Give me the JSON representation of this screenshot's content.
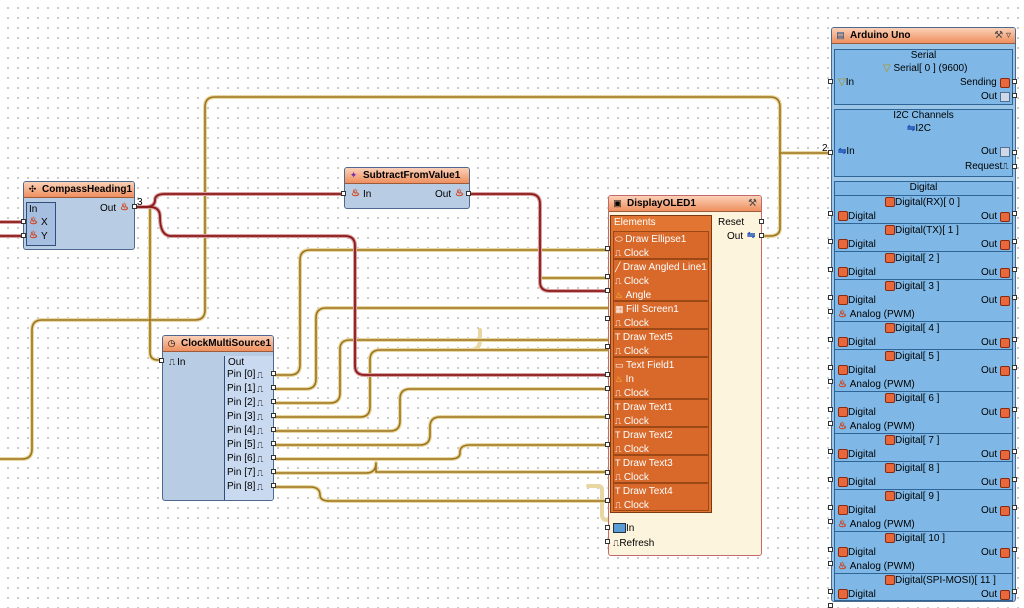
{
  "compass": {
    "title": "CompassHeading1",
    "in": "In",
    "x": "X",
    "y": "Y",
    "out": "Out",
    "count": "3"
  },
  "subtract": {
    "title": "SubtractFromValue1",
    "in": "In",
    "out": "Out"
  },
  "clock": {
    "title": "ClockMultiSource1",
    "in": "In",
    "out": "Out",
    "pins": [
      "Pin [0]",
      "Pin [1]",
      "Pin [2]",
      "Pin [3]",
      "Pin [4]",
      "Pin [5]",
      "Pin [6]",
      "Pin [7]",
      "Pin [8]"
    ]
  },
  "display": {
    "title": "DisplayOLED1",
    "elements": "Elements",
    "reset": "Reset",
    "out": "Out",
    "in": "In",
    "refresh": "Refresh",
    "items": [
      {
        "name": "Draw Ellipse1",
        "pins": [
          "Clock"
        ]
      },
      {
        "name": "Draw Angled Line1",
        "pins": [
          "Clock",
          "Angle"
        ]
      },
      {
        "name": "Fill Screen1",
        "pins": [
          "Clock"
        ]
      },
      {
        "name": "Draw Text5",
        "pins": [
          "Clock"
        ]
      },
      {
        "name": "Text Field1",
        "pins": [
          "In",
          "Clock"
        ]
      },
      {
        "name": "Draw Text1",
        "pins": [
          "Clock"
        ]
      },
      {
        "name": "Draw Text2",
        "pins": [
          "Clock"
        ]
      },
      {
        "name": "Draw Text3",
        "pins": [
          "Clock"
        ]
      },
      {
        "name": "Draw Text4",
        "pins": [
          "Clock"
        ]
      }
    ]
  },
  "arduino": {
    "title": "Arduino Uno",
    "connector_count": "2",
    "serial": {
      "header": "Serial",
      "sub": "Serial[ 0 ] (9600)",
      "in": "In",
      "sending": "Sending",
      "out": "Out"
    },
    "i2c": {
      "header": "I2C Channels",
      "sub": "I2C",
      "in": "In",
      "out": "Out",
      "request": "Request"
    },
    "digital_header": "Digital",
    "digital_label": "Digital",
    "out": "Out",
    "analog": "Analog (PWM)",
    "pins": [
      "Digital(RX)[ 0 ]",
      "Digital(TX)[ 1 ]",
      "Digital[ 2 ]",
      "Digital[ 3 ]",
      "Digital[ 4 ]",
      "Digital[ 5 ]",
      "Digital[ 6 ]",
      "Digital[ 7 ]",
      "Digital[ 8 ]",
      "Digital[ 9 ]",
      "Digital[ 10 ]",
      "Digital(SPI-MOSI)[ 11 ]"
    ],
    "pin_pwm": [
      false,
      false,
      false,
      true,
      false,
      true,
      true,
      false,
      false,
      true,
      true,
      true
    ]
  },
  "colors": {
    "wire_gold": "#b0862a",
    "wire_red": "#8b1a1a",
    "header": "#ef8f5e",
    "element": "#d8692b"
  }
}
